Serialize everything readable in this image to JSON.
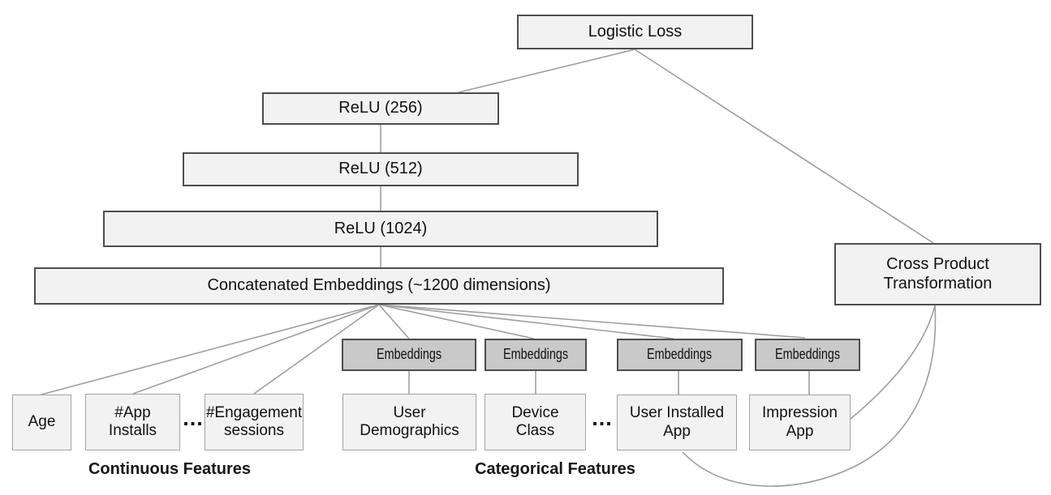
{
  "diagram": {
    "nodes": {
      "logistic_loss": "Logistic Loss",
      "relu_256": "ReLU (256)",
      "relu_512": "ReLU (512)",
      "relu_1024": "ReLU (1024)",
      "concatenated_embeddings": "Concatenated Embeddings (~1200 dimensions)",
      "cross_product_transformation": "Cross Product\nTransformation",
      "age": "Age",
      "num_app_installs": "#App\nInstalls",
      "num_engagement_sessions": "#Engagement\nsessions",
      "user_demographics": "User\nDemographics",
      "device_class": "Device\nClass",
      "user_installed_app": "User Installed\nApp",
      "impression_app": "Impression\nApp"
    },
    "embeddings_label": "Embeddings",
    "ellipsis": "...",
    "group_labels": {
      "continuous": "Continuous Features",
      "categorical": "Categorical Features"
    },
    "edges": [
      {
        "from": "logistic_loss",
        "to": "relu_256"
      },
      {
        "from": "logistic_loss",
        "to": "cross_product_transformation"
      },
      {
        "from": "relu_256",
        "to": "relu_512"
      },
      {
        "from": "relu_512",
        "to": "relu_1024"
      },
      {
        "from": "relu_1024",
        "to": "concatenated_embeddings"
      },
      {
        "from": "concatenated_embeddings",
        "to": "age"
      },
      {
        "from": "concatenated_embeddings",
        "to": "num_app_installs"
      },
      {
        "from": "concatenated_embeddings",
        "to": "num_engagement_sessions"
      },
      {
        "from": "concatenated_embeddings",
        "to": "embeddings_user_demographics"
      },
      {
        "from": "concatenated_embeddings",
        "to": "embeddings_device_class"
      },
      {
        "from": "concatenated_embeddings",
        "to": "embeddings_user_installed_app"
      },
      {
        "from": "concatenated_embeddings",
        "to": "embeddings_impression_app"
      },
      {
        "from": "embeddings_user_demographics",
        "to": "user_demographics"
      },
      {
        "from": "embeddings_device_class",
        "to": "device_class"
      },
      {
        "from": "embeddings_user_installed_app",
        "to": "user_installed_app"
      },
      {
        "from": "embeddings_impression_app",
        "to": "impression_app"
      },
      {
        "from": "cross_product_transformation",
        "to": "impression_app"
      },
      {
        "from": "cross_product_transformation",
        "to": "user_installed_app"
      }
    ],
    "colors": {
      "box_fill": "#f2f2f2",
      "box_border": "#4d4d4d",
      "embeddings_fill": "#c9c9c9",
      "feature_border": "#a3a3a3",
      "connector_line": "#9e9e9e",
      "text": "#111111",
      "background": "#ffffff"
    }
  }
}
